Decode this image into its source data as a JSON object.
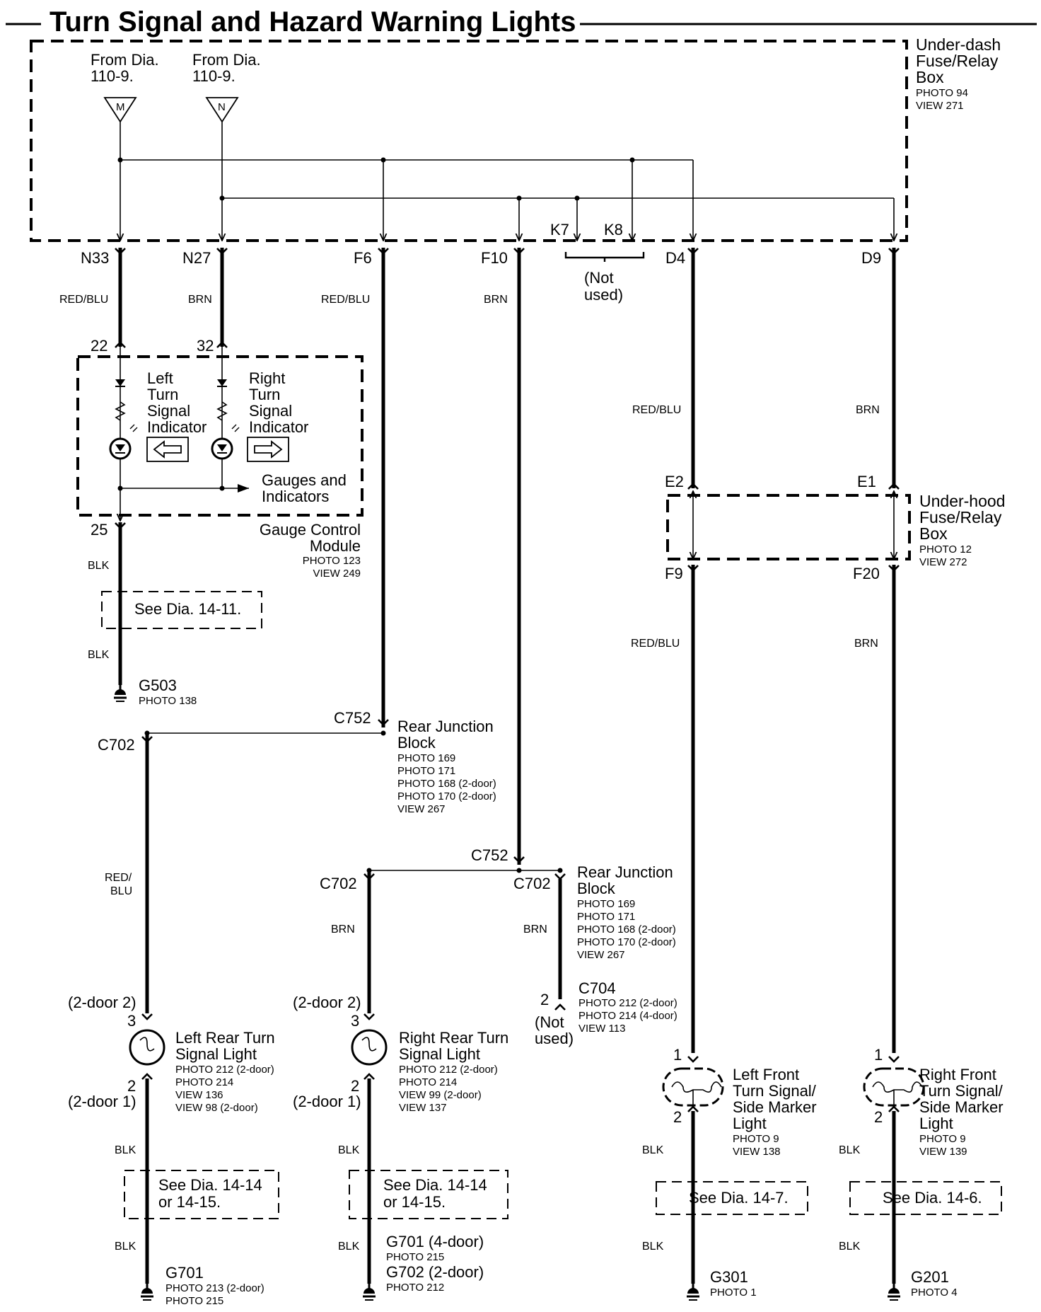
{
  "title": "Turn Signal and Hazard Warning Lights",
  "underdash": {
    "name": [
      "Under-dash",
      "Fuse/Relay",
      "Box"
    ],
    "photo": "PHOTO 94",
    "view": "VIEW 271",
    "from_left": [
      "From Dia.",
      "110-9."
    ],
    "from_right": [
      "From Dia.",
      "110-9."
    ],
    "triangle_m": "M",
    "triangle_n": "N",
    "k7": "K7",
    "k8": "K8",
    "not_used": [
      "(Not",
      "used)"
    ]
  },
  "pins_top": [
    "N33",
    "N27",
    "F6",
    "F10",
    "D4",
    "D9"
  ],
  "wires": {
    "n33": "RED/BLU",
    "n27": "BRN",
    "f6": "RED/BLU",
    "f10": "BRN",
    "d4": "RED/BLU",
    "d9": "BRN",
    "gcm_ground_a": "BLK",
    "gcm_ground_b": "BLK",
    "f9": "RED/BLU",
    "f20": "BRN",
    "c702_left": [
      "RED/",
      "BLU"
    ],
    "c702_mid": "BRN",
    "c702_right": "BRN",
    "lr_blk_a": "BLK",
    "lr_blk_b": "BLK",
    "rr_blk_a": "BLK",
    "rr_blk_b": "BLK",
    "lf_blk_a": "BLK",
    "lf_blk_b": "BLK",
    "rf_blk_a": "BLK",
    "rf_blk_b": "BLK"
  },
  "gcm": {
    "pin22": "22",
    "pin32": "32",
    "pin25": "25",
    "left_indicator": [
      "Left",
      "Turn",
      "Signal",
      "Indicator"
    ],
    "right_indicator": [
      "Right",
      "Turn",
      "Signal",
      "Indicator"
    ],
    "gauges": [
      "Gauges and",
      "Indicators"
    ],
    "name": [
      "Gauge Control",
      "Module"
    ],
    "photo": "PHOTO 123",
    "view": "VIEW 249",
    "see": "See Dia. 14-11.",
    "ground": "G503",
    "ground_photo": "PHOTO 138"
  },
  "underhood": {
    "e2": "E2",
    "e1": "E1",
    "f9": "F9",
    "f20": "F20",
    "name": [
      "Under-hood",
      "Fuse/Relay",
      "Box"
    ],
    "photo": "PHOTO 12",
    "view": "VIEW 272"
  },
  "rjb1": {
    "c752": "C752",
    "c702": "C702",
    "name": [
      "Rear Junction",
      "Block"
    ],
    "details": [
      "PHOTO 169",
      "PHOTO 171",
      "PHOTO 168 (2-door)",
      "PHOTO 170 (2-door)",
      "VIEW 267"
    ]
  },
  "rjb2": {
    "c752": "C752",
    "c702_left": "C702",
    "c702_right": "C702",
    "name": [
      "Rear Junction",
      "Block"
    ],
    "details": [
      "PHOTO 169",
      "PHOTO 171",
      "PHOTO 168 (2-door)",
      "PHOTO 170 (2-door)",
      "VIEW 267"
    ]
  },
  "c704": {
    "pin": "2",
    "not_used": [
      "(Not",
      "used)"
    ],
    "name": "C704",
    "details": [
      "PHOTO 212 (2-door)",
      "PHOTO 214 (4-door)",
      "VIEW 113"
    ]
  },
  "left_rear": {
    "pin_top_alt": "(2-door 2)",
    "pin_top": "3",
    "pin_bot": "2",
    "pin_bot_alt": "(2-door 1)",
    "name": [
      "Left Rear Turn",
      "Signal Light"
    ],
    "details": [
      "PHOTO 212 (2-door)",
      "PHOTO 214",
      "VIEW 136",
      "VIEW 98 (2-door)"
    ],
    "see": [
      "See Dia. 14-14",
      "or 14-15."
    ],
    "ground": "G701",
    "ground_details": [
      "PHOTO 213 (2-door)",
      "PHOTO 215"
    ]
  },
  "right_rear": {
    "pin_top_alt": "(2-door 2)",
    "pin_top": "3",
    "pin_bot": "2",
    "pin_bot_alt": "(2-door 1)",
    "name": [
      "Right Rear Turn",
      "Signal Light"
    ],
    "details": [
      "PHOTO 212 (2-door)",
      "PHOTO 214",
      "VIEW 99 (2-door)",
      "VIEW 137"
    ],
    "see": [
      "See Dia. 14-14",
      "or 14-15."
    ],
    "ground1": "G701 (4-door)",
    "ground1_photo": "PHOTO 215",
    "ground2": "G702 (2-door)",
    "ground2_photo": "PHOTO 212"
  },
  "left_front": {
    "pin_top": "1",
    "pin_bot": "2",
    "name": [
      "Left Front",
      "Turn Signal/",
      "Side Marker",
      "Light"
    ],
    "details": [
      "PHOTO 9",
      "VIEW 138"
    ],
    "see": "See Dia. 14-7.",
    "ground": "G301",
    "ground_photo": "PHOTO 1"
  },
  "right_front": {
    "pin_top": "1",
    "pin_bot": "2",
    "name": [
      "Right Front",
      "Turn Signal/",
      "Side Marker",
      "Light"
    ],
    "details": [
      "PHOTO 9",
      "VIEW 139"
    ],
    "see": "See Dia. 14-6.",
    "ground": "G201",
    "ground_photo": "PHOTO 4"
  }
}
